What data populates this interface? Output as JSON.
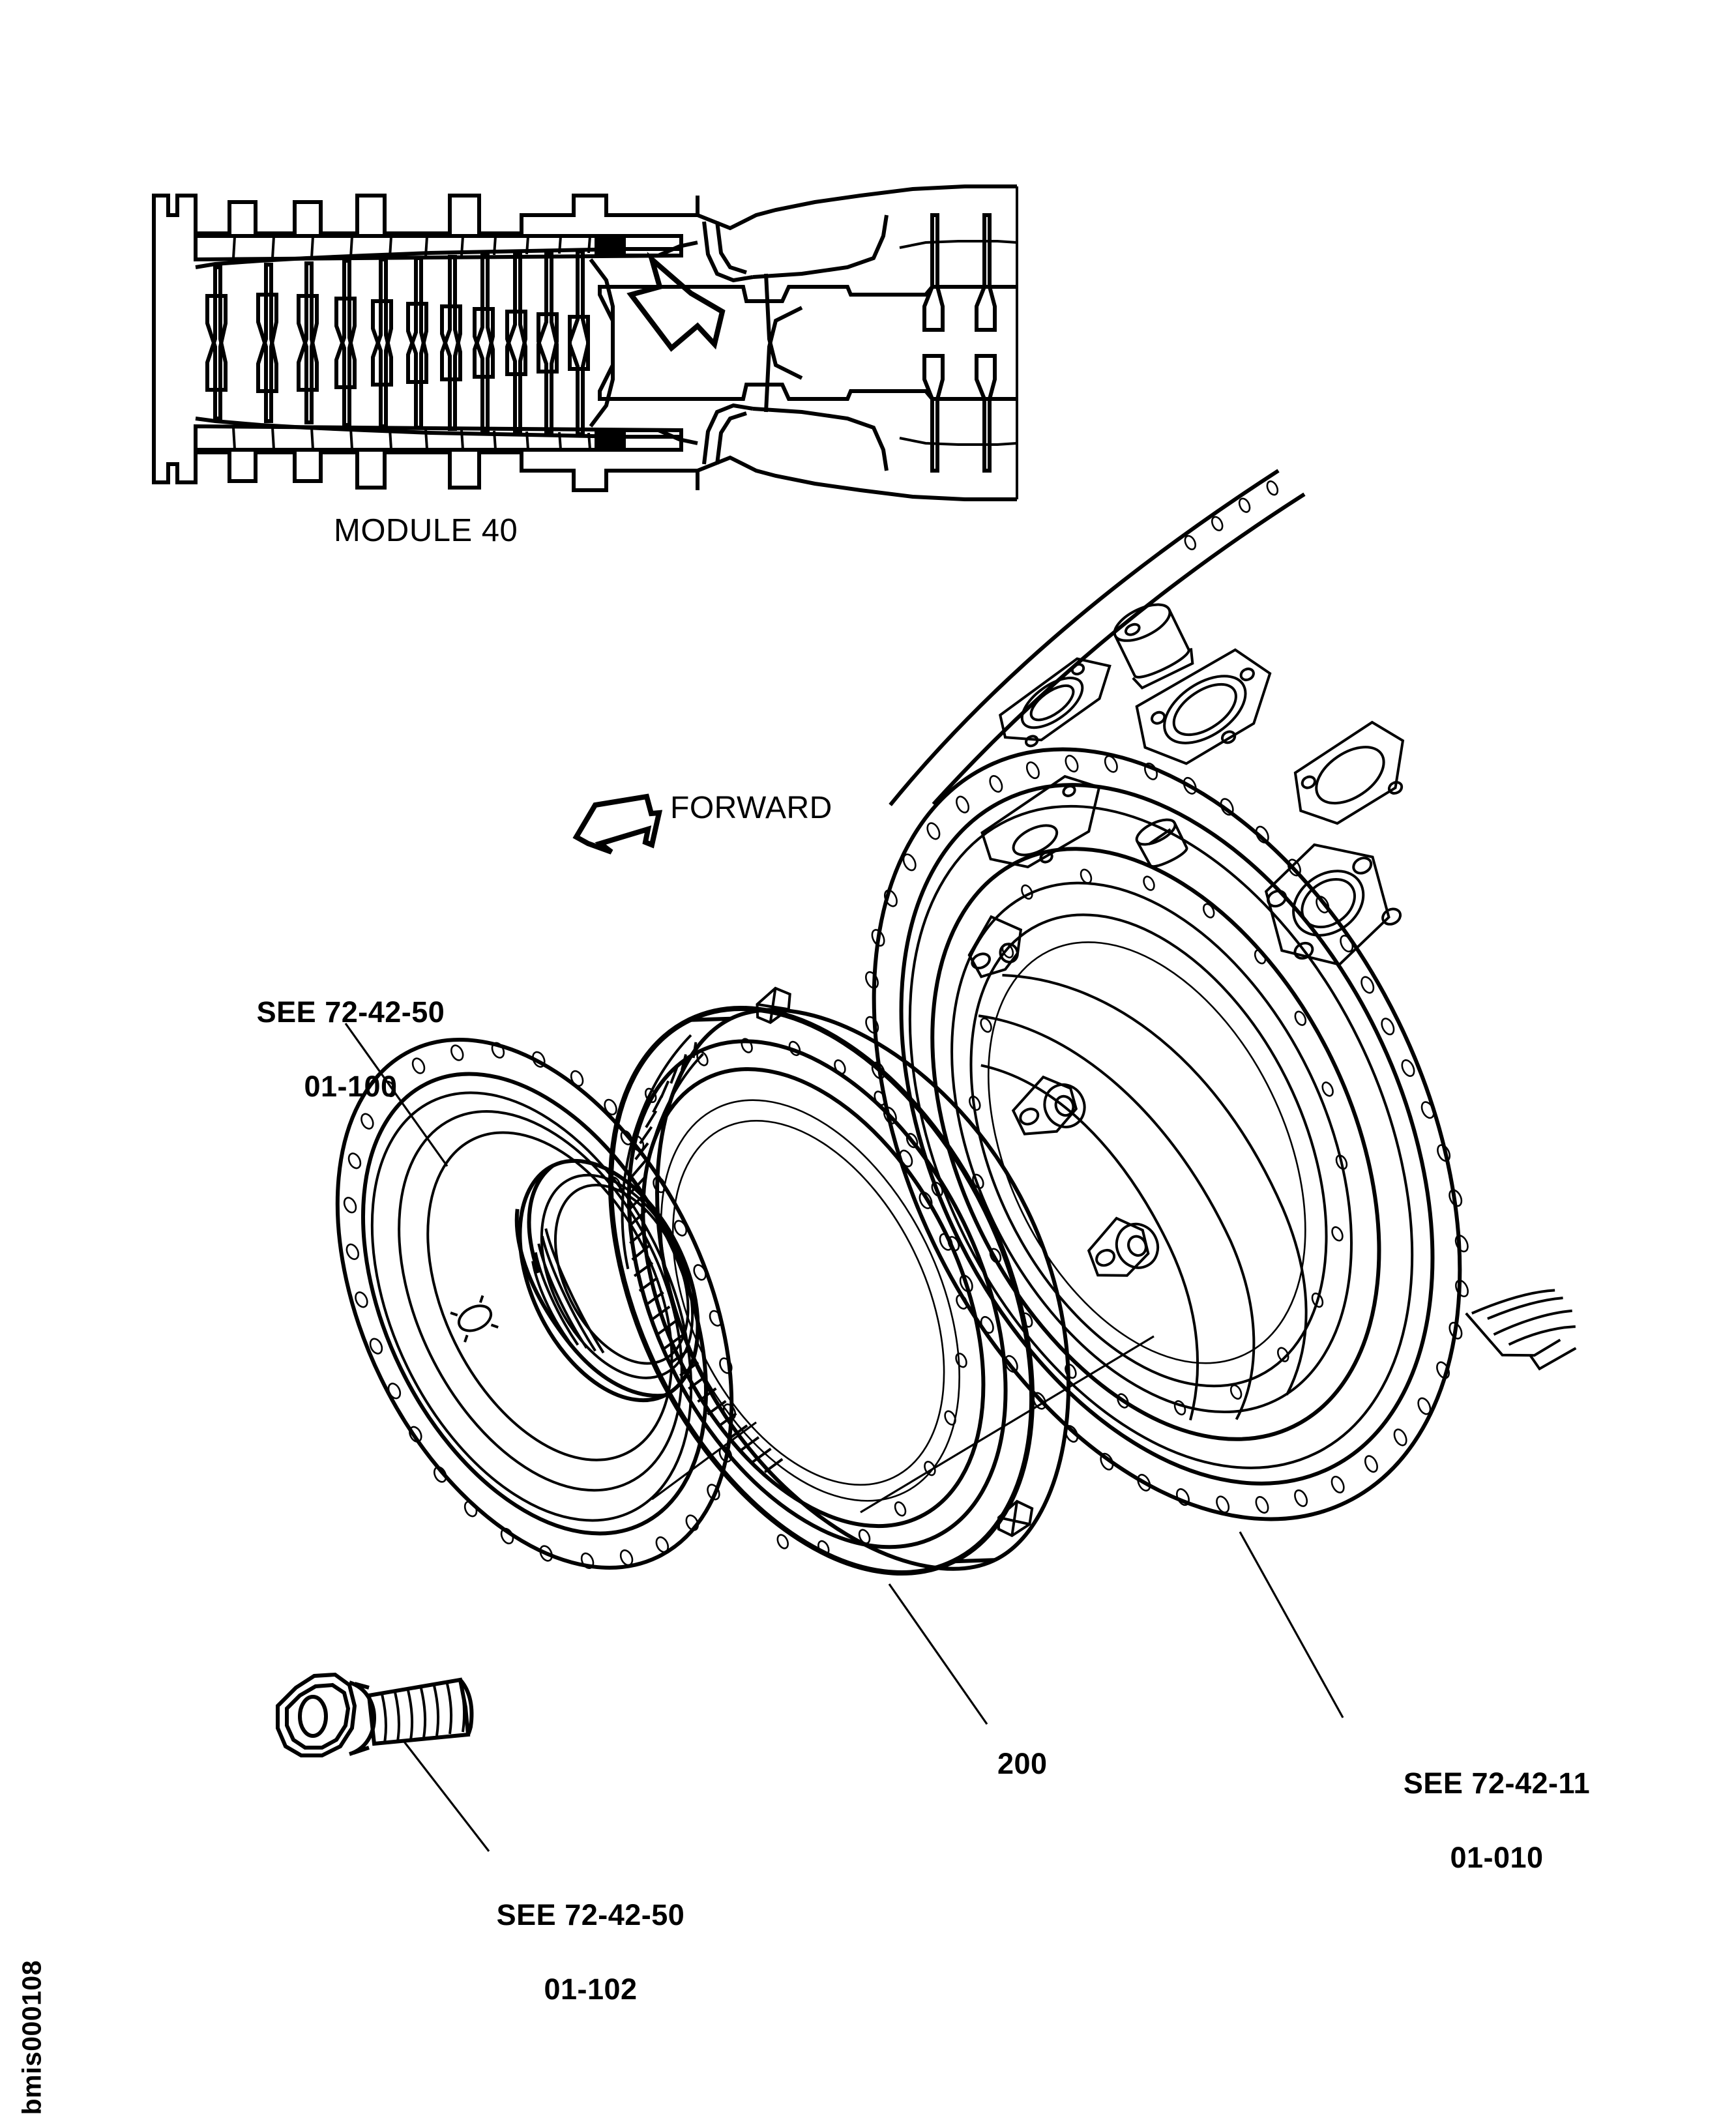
{
  "figure": {
    "id_label": "bmis000108",
    "module_label": "MODULE 40",
    "orientation_label": "FORWARD"
  },
  "callouts": [
    {
      "name": "left-seal-support-ring",
      "line1": "SEE 72-42-50",
      "line2": "01-100"
    },
    {
      "name": "bolt",
      "line1": "SEE 72-42-50",
      "line2": "01-102"
    },
    {
      "name": "rear-casing",
      "line1": "SEE 72-42-11",
      "line2": "01-010"
    }
  ],
  "item_numbers": {
    "seal_ring": "200"
  },
  "colors": {
    "line": "#000000",
    "background": "#ffffff"
  }
}
